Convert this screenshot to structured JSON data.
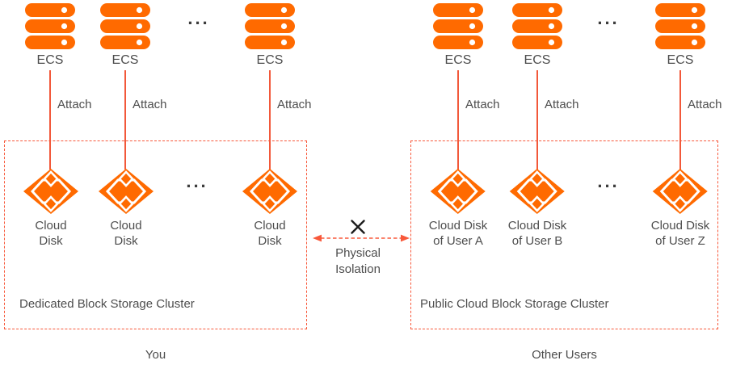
{
  "colors": {
    "icon_orange": "#FF6A00",
    "line_red": "#F8583A",
    "text_gray": "#4D4D4D",
    "dots_gray": "#3C3C3C",
    "x_mark_black": "#1C1C1C",
    "background": "#FFFFFF"
  },
  "labels": {
    "ecs": "ECS",
    "attach": "Attach",
    "ellipsis": "..."
  },
  "left_cluster": {
    "name": "Dedicated Block Storage Cluster",
    "owner": "You",
    "disk_labels": [
      {
        "line1": "Cloud",
        "line2": "Disk"
      },
      {
        "line1": "Cloud",
        "line2": "Disk"
      },
      {
        "line1": "Cloud",
        "line2": "Disk"
      }
    ]
  },
  "right_cluster": {
    "name": "Public Cloud Block Storage Cluster",
    "owner": "Other Users",
    "disk_labels": [
      {
        "line1": "Cloud Disk",
        "line2": "of User A"
      },
      {
        "line1": "Cloud Disk",
        "line2": "of User B"
      },
      {
        "line1": "Cloud Disk",
        "line2": "of User Z"
      }
    ]
  },
  "isolation": {
    "label": "Physical Isolation",
    "icon": "x-mark",
    "arrow_icon": "double-headed-dashed-arrow"
  }
}
